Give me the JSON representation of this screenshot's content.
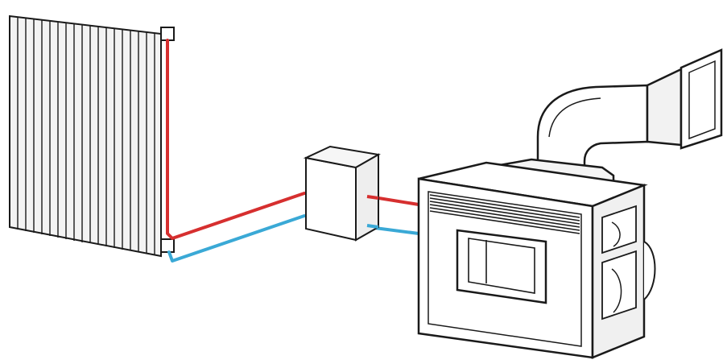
{
  "diagram": {
    "type": "heating-system-illustration",
    "components": [
      "radiator",
      "connection-box",
      "boiler-stove",
      "flue-pipe"
    ],
    "pipes": {
      "supply": {
        "color": "#d62f2f"
      },
      "return": {
        "color": "#3aa9d6"
      }
    },
    "colors": {
      "outline": "#1a1a1a",
      "fill": "#ffffff",
      "shade": "#e9e9e9"
    }
  }
}
